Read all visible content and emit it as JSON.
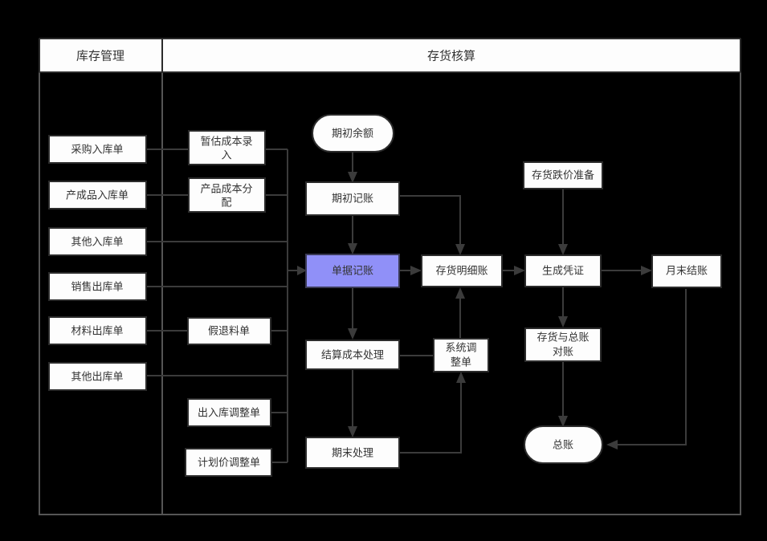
{
  "diagram": {
    "type": "flowchart",
    "title_columns": [
      {
        "id": "col-inventory-management",
        "label": "库存管理"
      },
      {
        "id": "col-inventory-accounting",
        "label": "存货核算"
      }
    ],
    "accent_color": "#9090f8",
    "node_fill": "#fdfdfd",
    "node_stroke": "#2b2b2b",
    "edge_color": "#3b3b3b",
    "frame_color": "#555555",
    "background": "#000000",
    "nodes": [
      {
        "id": "purchase-receipt",
        "label": "采购入库单",
        "shape": "rect",
        "column": "库存管理",
        "highlight": false
      },
      {
        "id": "finished-goods-receipt",
        "label": "产成品入库单",
        "shape": "rect",
        "column": "库存管理",
        "highlight": false
      },
      {
        "id": "other-receipt",
        "label": "其他入库单",
        "shape": "rect",
        "column": "库存管理",
        "highlight": false
      },
      {
        "id": "sales-issue",
        "label": "销售出库单",
        "shape": "rect",
        "column": "库存管理",
        "highlight": false
      },
      {
        "id": "material-issue",
        "label": "材料出库单",
        "shape": "rect",
        "column": "库存管理",
        "highlight": false
      },
      {
        "id": "other-issue",
        "label": "其他出库单",
        "shape": "rect",
        "column": "库存管理",
        "highlight": false
      },
      {
        "id": "estimated-cost-entry",
        "label": "暂估成本录入",
        "shape": "rect",
        "column": "存货核算",
        "highlight": false
      },
      {
        "id": "product-cost-allocation",
        "label": "产品成本分配",
        "shape": "rect",
        "column": "存货核算",
        "highlight": false
      },
      {
        "id": "false-return-material",
        "label": "假退料单",
        "shape": "rect",
        "column": "存货核算",
        "highlight": false
      },
      {
        "id": "inout-adjustment",
        "label": "出入库调整单",
        "shape": "rect",
        "column": "存货核算",
        "highlight": false
      },
      {
        "id": "planned-price-adjust",
        "label": "计划价调整单",
        "shape": "rect",
        "column": "存货核算",
        "highlight": false
      },
      {
        "id": "opening-balance",
        "label": "期初余额",
        "shape": "stadium",
        "column": "存货核算",
        "highlight": false
      },
      {
        "id": "opening-posting",
        "label": "期初记账",
        "shape": "rect",
        "column": "存货核算",
        "highlight": false
      },
      {
        "id": "document-posting",
        "label": "单据记账",
        "shape": "rect",
        "column": "存货核算",
        "highlight": true
      },
      {
        "id": "inventory-ledger",
        "label": "存货明细账",
        "shape": "rect",
        "column": "存货核算",
        "highlight": false
      },
      {
        "id": "inventory-writedown",
        "label": "存货跌价准备",
        "shape": "rect",
        "column": "存货核算",
        "highlight": false
      },
      {
        "id": "generate-voucher",
        "label": "生成凭证",
        "shape": "rect",
        "column": "存货核算",
        "highlight": false
      },
      {
        "id": "month-end-closing",
        "label": "月末结账",
        "shape": "rect",
        "column": "存货核算",
        "highlight": false
      },
      {
        "id": "inventory-gl-recon",
        "label": "存货与总账对账",
        "shape": "rect",
        "column": "存货核算",
        "highlight": false
      },
      {
        "id": "settle-cost-process",
        "label": "结算成本处理",
        "shape": "rect",
        "column": "存货核算",
        "highlight": false
      },
      {
        "id": "system-adjustment",
        "label": "系统调整单",
        "shape": "rect",
        "column": "存货核算",
        "highlight": false
      },
      {
        "id": "period-end-process",
        "label": "期末处理",
        "shape": "rect",
        "column": "存货核算",
        "highlight": false
      },
      {
        "id": "general-ledger",
        "label": "总账",
        "shape": "stadium",
        "column": "存货核算",
        "highlight": false
      }
    ],
    "node_text_lines": {
      "purchase-receipt": [
        "采购入库单"
      ],
      "finished-goods-receipt": [
        "产成品入库单"
      ],
      "other-receipt": [
        "其他入库单"
      ],
      "sales-issue": [
        "销售出库单"
      ],
      "material-issue": [
        "材料出库单"
      ],
      "other-issue": [
        "其他出库单"
      ],
      "estimated-cost-entry": [
        "暂估成本录",
        "入"
      ],
      "product-cost-allocation": [
        "产品成本分",
        "配"
      ],
      "false-return-material": [
        "假退料单"
      ],
      "inout-adjustment": [
        "出入库调整单"
      ],
      "planned-price-adjust": [
        "计划价调整单"
      ],
      "opening-balance": [
        "期初余额"
      ],
      "opening-posting": [
        "期初记账"
      ],
      "document-posting": [
        "单据记账"
      ],
      "inventory-ledger": [
        "存货明细账"
      ],
      "inventory-writedown": [
        "存货跌价准备"
      ],
      "generate-voucher": [
        "生成凭证"
      ],
      "month-end-closing": [
        "月末结账"
      ],
      "inventory-gl-recon": [
        "存货与总账",
        "对账"
      ],
      "settle-cost-process": [
        "结算成本处理"
      ],
      "system-adjustment": [
        "系统调",
        "整单"
      ],
      "period-end-process": [
        "期末处理"
      ],
      "general-ledger": [
        "总账"
      ]
    },
    "edges": [
      {
        "from": "purchase-receipt",
        "to": "document-posting",
        "arrow": true
      },
      {
        "from": "finished-goods-receipt",
        "to": "document-posting",
        "arrow": true
      },
      {
        "from": "other-receipt",
        "to": "document-posting",
        "arrow": true
      },
      {
        "from": "sales-issue",
        "to": "document-posting",
        "arrow": true
      },
      {
        "from": "material-issue",
        "to": "document-posting",
        "arrow": true
      },
      {
        "from": "other-issue",
        "to": "document-posting",
        "arrow": true
      },
      {
        "from": "estimated-cost-entry",
        "to": "document-posting",
        "arrow": true
      },
      {
        "from": "product-cost-allocation",
        "to": "document-posting",
        "arrow": true
      },
      {
        "from": "false-return-material",
        "to": "document-posting",
        "arrow": true
      },
      {
        "from": "inout-adjustment",
        "to": "document-posting",
        "arrow": true
      },
      {
        "from": "planned-price-adjust",
        "to": "document-posting",
        "arrow": true
      },
      {
        "from": "opening-balance",
        "to": "opening-posting",
        "arrow": true
      },
      {
        "from": "opening-posting",
        "to": "inventory-ledger",
        "arrow": true
      },
      {
        "from": "document-posting",
        "to": "inventory-ledger",
        "arrow": true
      },
      {
        "from": "document-posting",
        "to": "settle-cost-process",
        "arrow": true
      },
      {
        "from": "inventory-ledger",
        "to": "generate-voucher",
        "arrow": true
      },
      {
        "from": "inventory-writedown",
        "to": "generate-voucher",
        "arrow": true
      },
      {
        "from": "generate-voucher",
        "to": "month-end-closing",
        "arrow": true
      },
      {
        "from": "generate-voucher",
        "to": "inventory-gl-recon",
        "arrow": true
      },
      {
        "from": "inventory-gl-recon",
        "to": "general-ledger",
        "arrow": true
      },
      {
        "from": "month-end-closing",
        "to": "general-ledger",
        "arrow": true
      },
      {
        "from": "settle-cost-process",
        "to": "system-adjustment",
        "arrow": false
      },
      {
        "from": "settle-cost-process",
        "to": "period-end-process",
        "arrow": true
      },
      {
        "from": "period-end-process",
        "to": "system-adjustment",
        "arrow": true
      },
      {
        "from": "system-adjustment",
        "to": "inventory-ledger",
        "arrow": true
      }
    ]
  }
}
